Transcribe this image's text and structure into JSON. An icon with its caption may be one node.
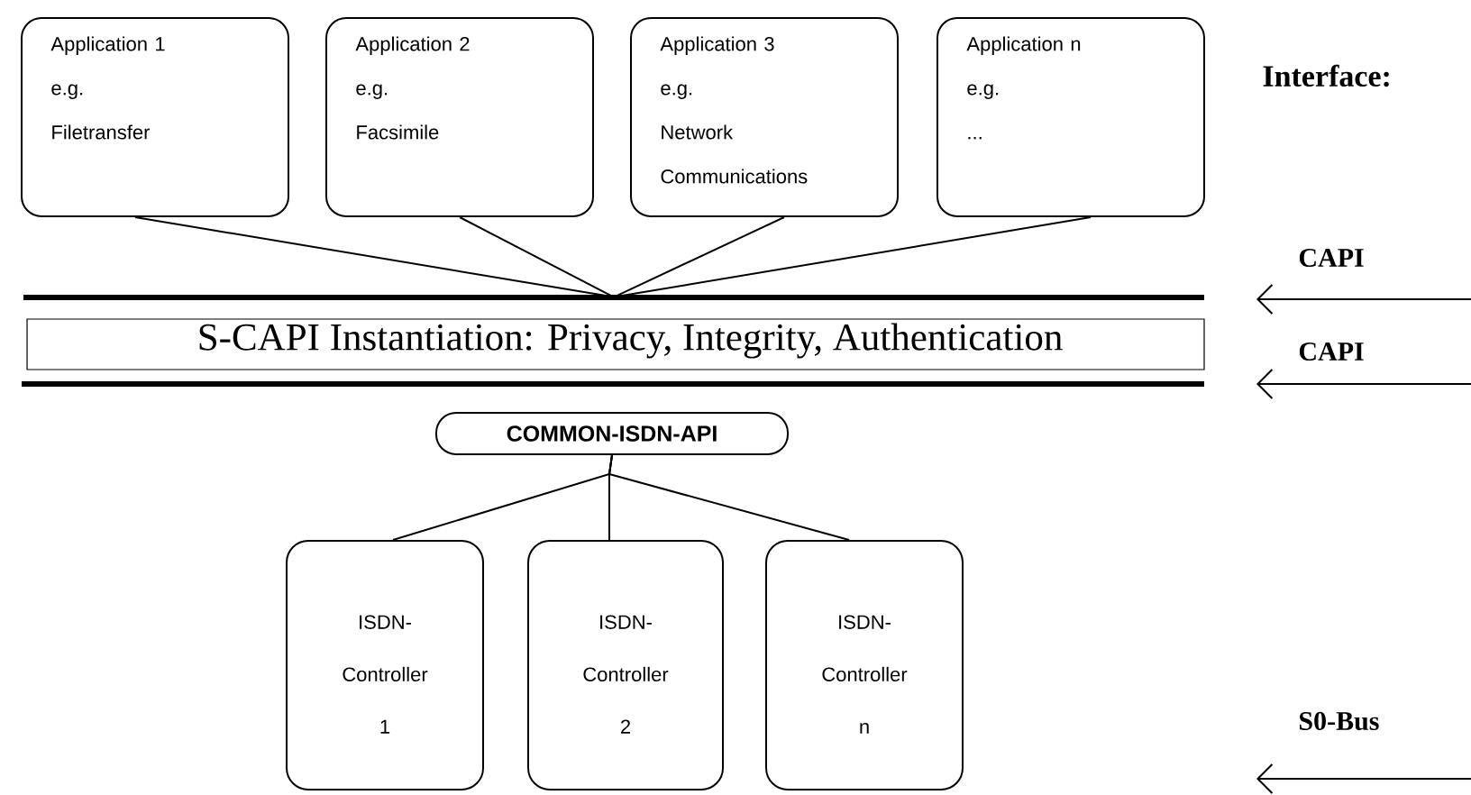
{
  "diagram": {
    "nodes": [
      {
        "text": [
          "Application 1",
          "e.g.",
          "Filetransfer"
        ]
      },
      {
        "text": [
          "Application 2",
          "e.g.",
          "Facsimile"
        ]
      },
      {
        "text": [
          "Application 3",
          "e.g.",
          "Network Communications"
        ]
      },
      {
        "text": [
          "Application n",
          "e.g.",
          "..."
        ]
      },
      {
        "text": [
          "S-CAPI Instantiation: Privacy, Integrity, Authentication"
        ]
      },
      {
        "text": [
          "COMMON-ISDN-API"
        ]
      },
      {
        "text": [
          "ISDN-",
          "Controller",
          "1"
        ]
      },
      {
        "text": [
          "ISDN-",
          "Controller",
          "2"
        ]
      },
      {
        "text": [
          "ISDN-",
          "Controller",
          "n"
        ]
      }
    ],
    "edges": [
      {
        "from": 0,
        "to": 4,
        "arrow": "none"
      },
      {
        "from": 1,
        "to": 4,
        "arrow": "none"
      },
      {
        "from": 2,
        "to": 4,
        "arrow": "none"
      },
      {
        "from": 3,
        "to": 4,
        "arrow": "none"
      },
      {
        "from": 5,
        "to": 6,
        "arrow": "none"
      },
      {
        "from": 5,
        "to": 7,
        "arrow": "none"
      },
      {
        "from": 5,
        "to": 8,
        "arrow": "none"
      }
    ],
    "labels": [
      "Interface:",
      "CAPI",
      "CAPI",
      "S0-Bus"
    ]
  }
}
